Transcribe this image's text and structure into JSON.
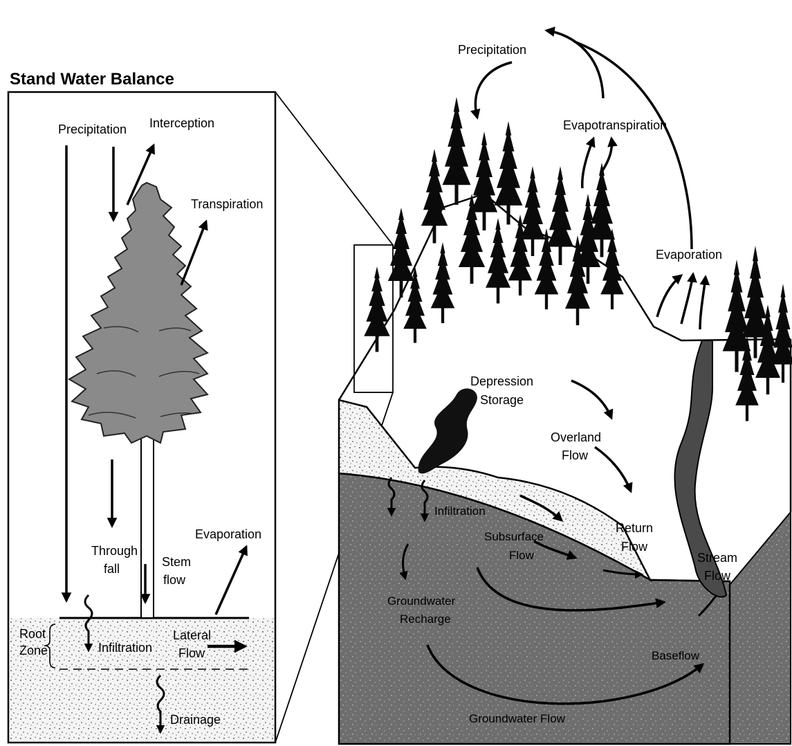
{
  "title": "Stand Water Balance",
  "stand": {
    "precipitation": "Precipitation",
    "interception": "Interception",
    "transpiration": "Transpiration",
    "through_fall_1": "Through",
    "through_fall_2": "fall",
    "stem_flow_1": "Stem",
    "stem_flow_2": "flow",
    "evaporation": "Evaporation",
    "root_zone_1": "Root",
    "root_zone_2": "Zone",
    "infiltration": "Infiltration",
    "lateral_flow_1": "Lateral",
    "lateral_flow_2": "Flow",
    "drainage": "Drainage"
  },
  "watershed": {
    "precipitation": "Precipitation",
    "evapotranspiration": "Evapotranspiration",
    "evaporation": "Evaporation",
    "depression_storage_1": "Depression",
    "depression_storage_2": "Storage",
    "overland_flow_1": "Overland",
    "overland_flow_2": "Flow",
    "infiltration": "Infiltration",
    "subsurface_flow_1": "Subsurface",
    "subsurface_flow_2": "Flow",
    "return_flow_1": "Return",
    "return_flow_2": "Flow",
    "stream_flow_1": "Stream",
    "stream_flow_2": "Flow",
    "groundwater_recharge_1": "Groundwater",
    "groundwater_recharge_2": "Recharge",
    "baseflow": "Baseflow",
    "groundwater_flow": "Groundwater Flow"
  },
  "colors": {
    "ink": "#000000",
    "tree_gray": "#8a8a8a",
    "groundwater_gray": "#6e6e6e",
    "soil_light": "#f2f2f2",
    "stream": "#4a4a4a"
  }
}
